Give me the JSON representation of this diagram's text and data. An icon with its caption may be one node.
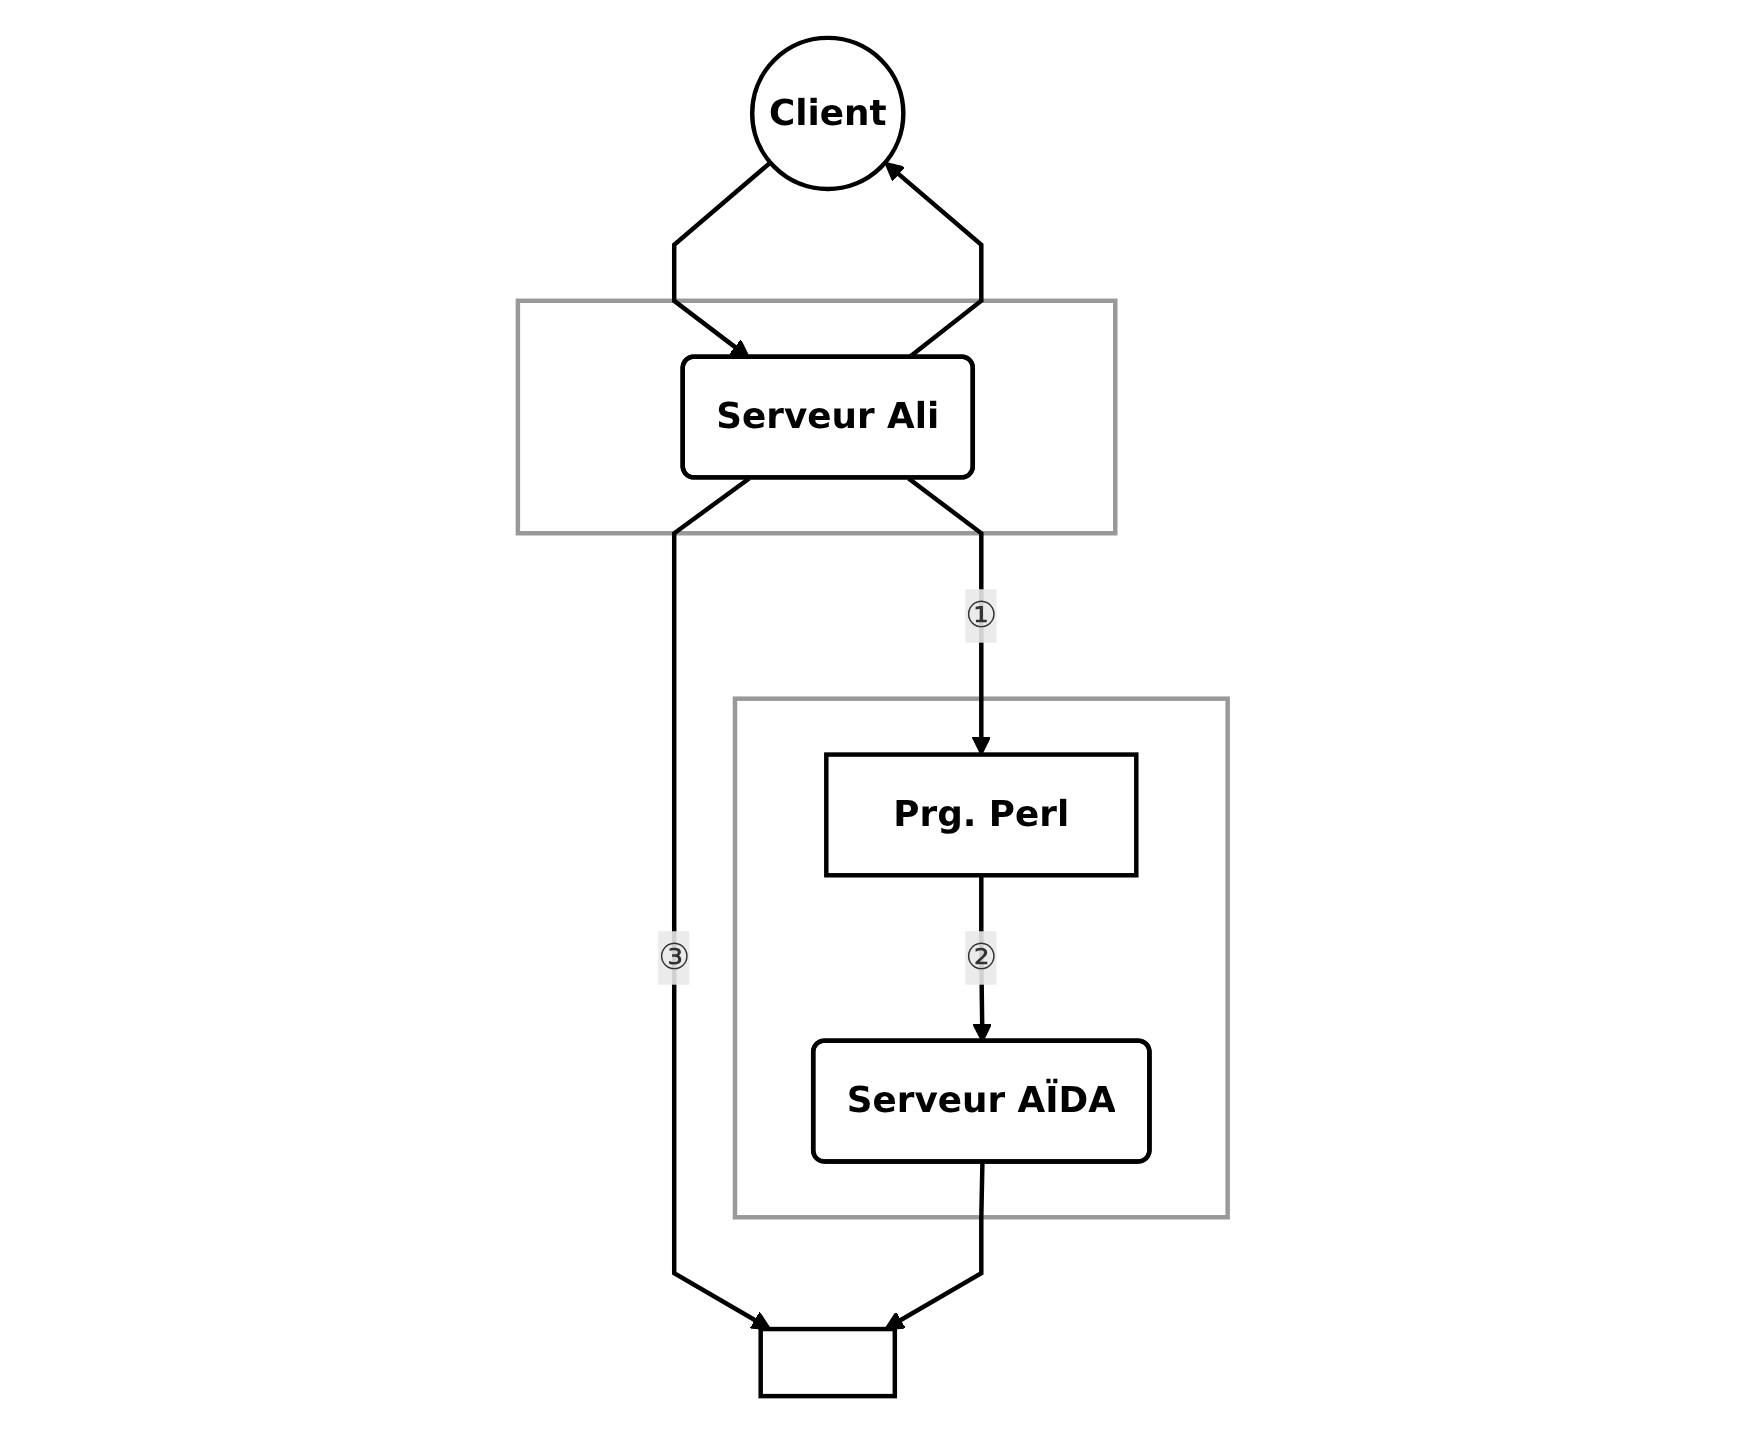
{
  "diagram": {
    "nodes": [
      {
        "text": [
          "Client"
        ]
      },
      {
        "text": [],
        "shape": "box"
      },
      {
        "text": [
          "Serveur Ali"
        ],
        "in": 1
      },
      {
        "text": [],
        "shape": "box"
      },
      {
        "text": [],
        "shape": "box"
      },
      {
        "text": [
          "Serveur AÏDA"
        ],
        "in": 3
      },
      {
        "text": [
          "Prg. Perl"
        ],
        "in": 3
      }
    ],
    "edges": [
      {
        "from": 0,
        "to": 2,
        "arrow": "to"
      },
      {
        "from": 2,
        "to": 0,
        "arrow": "to"
      },
      {
        "from": 2,
        "to": 4,
        "arrow": "to",
        "label": "③"
      },
      {
        "from": 5,
        "to": 4,
        "arrow": "to"
      },
      {
        "from": 2,
        "to": 6,
        "arrow": "to",
        "label": "①"
      },
      {
        "from": 6,
        "to": 5,
        "arrow": "to",
        "label": "②"
      }
    ]
  }
}
